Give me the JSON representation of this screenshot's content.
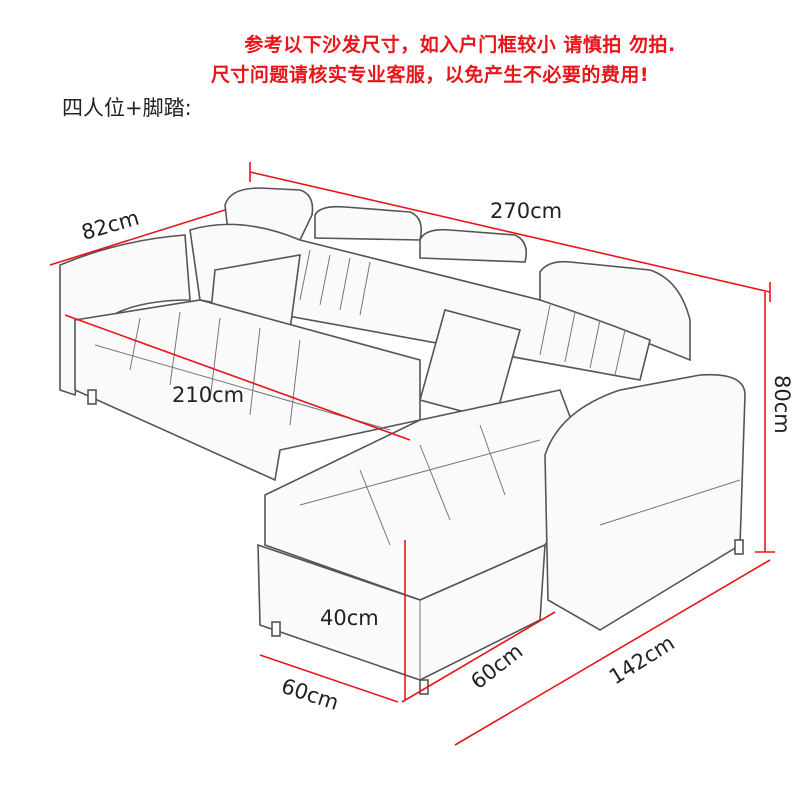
{
  "notice": {
    "line1": "参考以下沙发尺寸，如入户门框较小 请慎拍 勿拍.",
    "line2": "尺寸问题请核实专业客服，以免产生不必要的费用!",
    "color": "#e8151b"
  },
  "subtitle": "四人位+脚踏:",
  "dimensions": {
    "total_length": "270cm",
    "depth": "82cm",
    "seat_length": "210cm",
    "height": "80cm",
    "ottoman_height": "40cm",
    "ottoman_width": "60cm",
    "ottoman_depth": "60cm",
    "chaise_length": "142cm"
  }
}
